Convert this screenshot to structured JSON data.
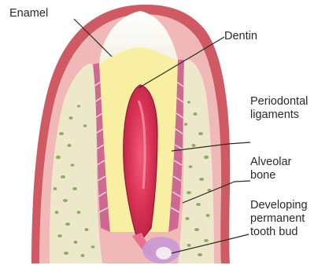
{
  "labels": {
    "enamel": "Enamel",
    "dentin": "Dentin",
    "periodontal": [
      "Periodontal",
      "ligaments"
    ],
    "alveolar": [
      "Alveolar",
      "bone"
    ],
    "developing": [
      "Developing",
      "permanent",
      "tooth bud"
    ]
  }
}
